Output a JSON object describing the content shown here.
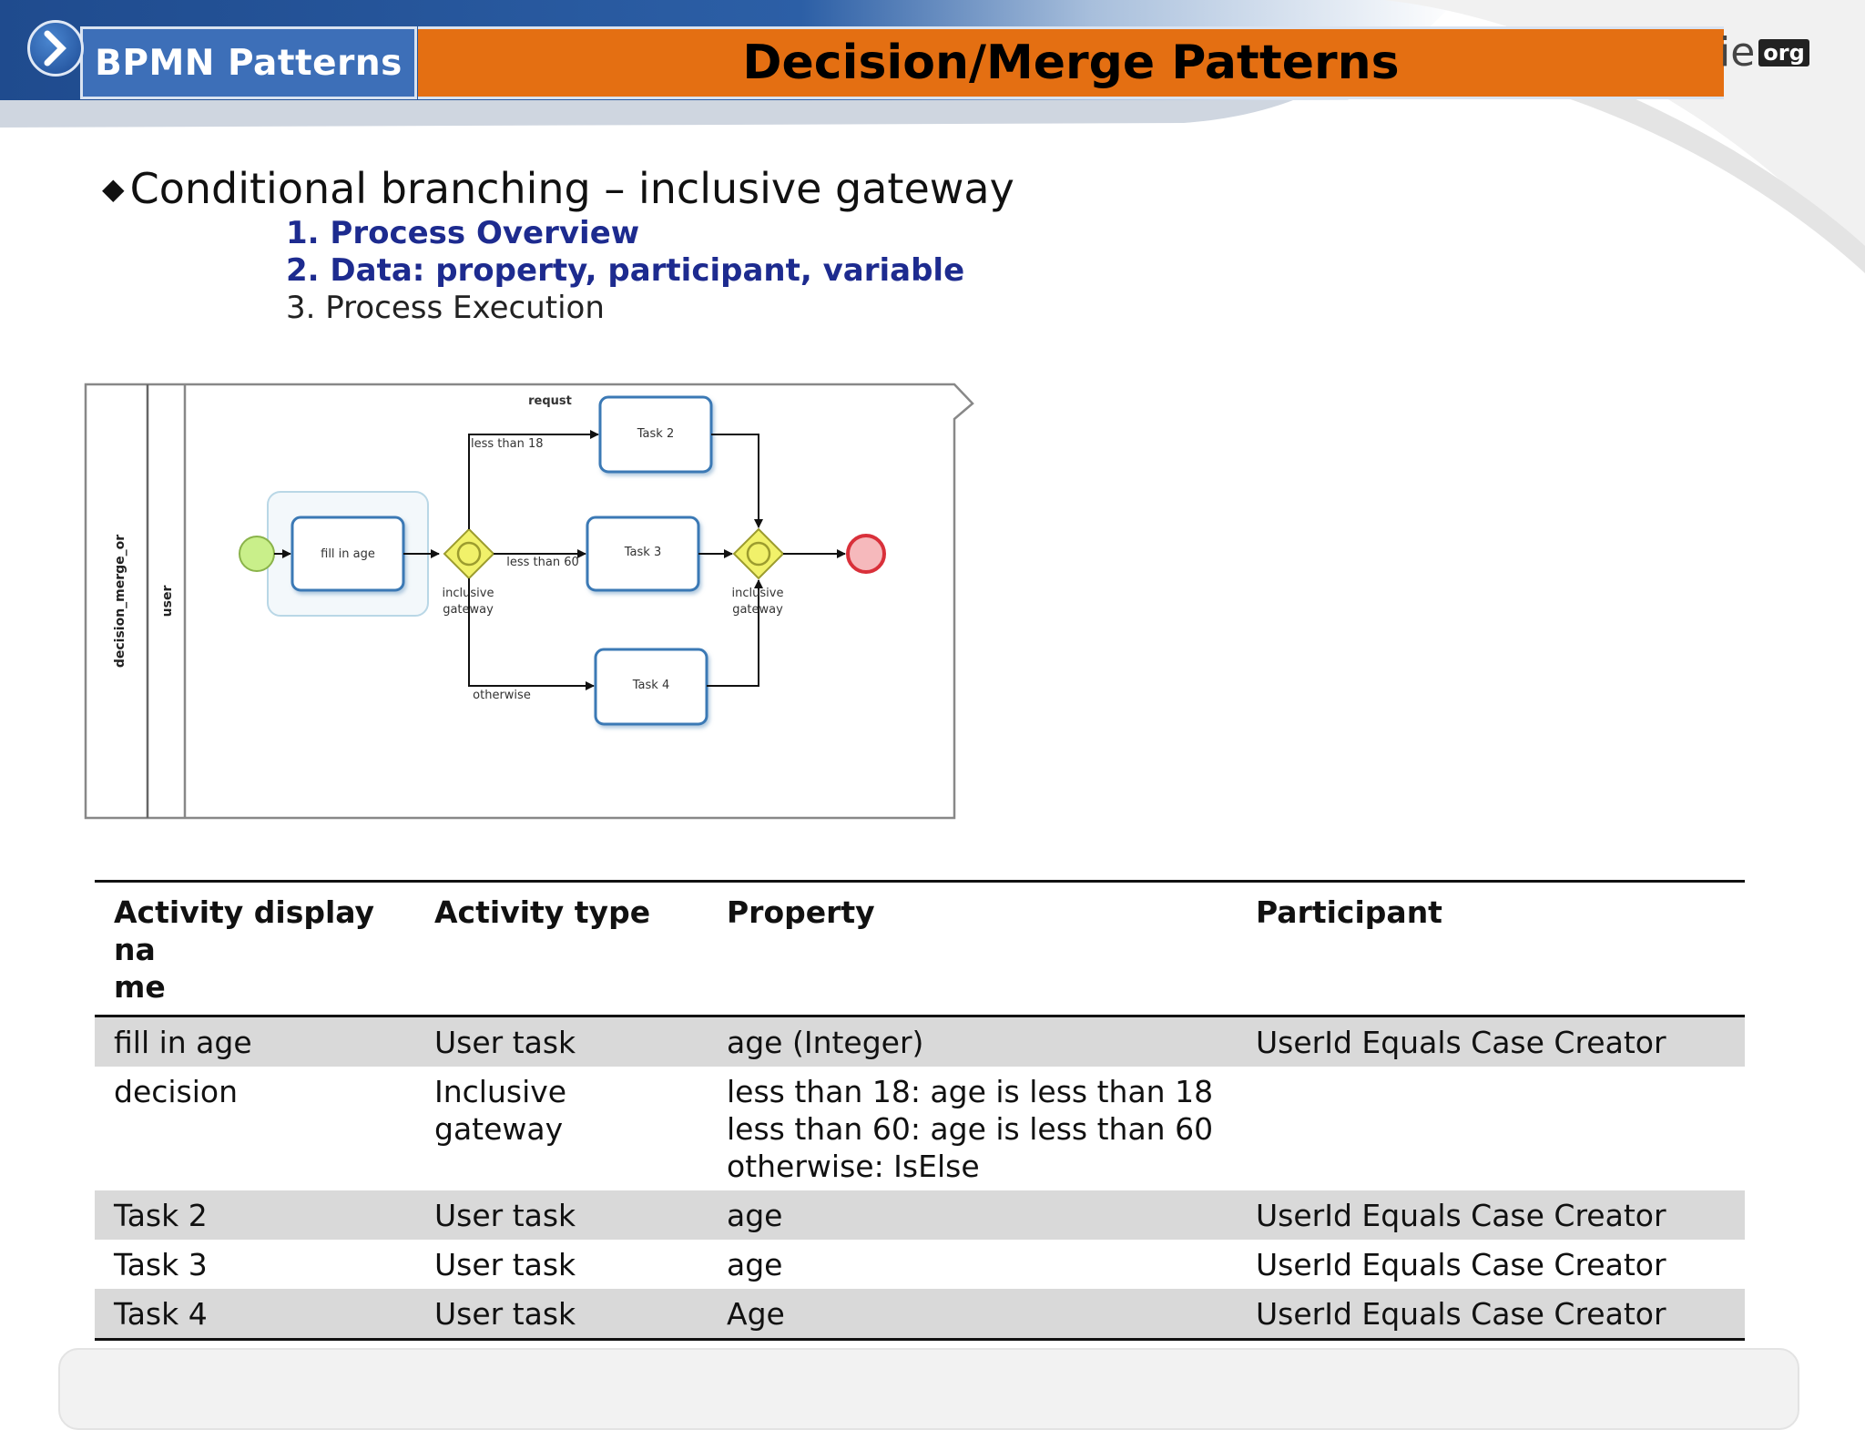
{
  "header": {
    "section_label": "BPMN Patterns",
    "title": "Decision/Merge Patterns",
    "logo_fragment": "ie",
    "logo_badge": "org"
  },
  "content": {
    "bullet": "Conditional branching – inclusive gateway",
    "steps": [
      "1. Process Overview",
      "2. Data: property, participant, variable",
      "3. Process Execution"
    ]
  },
  "diagram": {
    "pool_label": "decision_merge_or",
    "lane_label": "user",
    "top_label": "requst",
    "tasks": {
      "fill_in_age": "fill in age",
      "task2": "Task 2",
      "task3": "Task 3",
      "task4": "Task 4"
    },
    "flows": {
      "less_than_18": "less than 18",
      "less_than_60": "less than 60",
      "otherwise": "otherwise"
    },
    "gateway_split_label_1": "inclusive",
    "gateway_split_label_2": "gateway",
    "gateway_merge_label_1": "inclusive",
    "gateway_merge_label_2": "gateway"
  },
  "table": {
    "headers": {
      "activity_line1": "Activity display na",
      "activity_line2": "me",
      "type": "Activity type",
      "property": "Property",
      "participant": "Participant"
    },
    "rows": [
      {
        "activity": "fill in age",
        "type": "User task",
        "property": [
          "age (Integer)"
        ],
        "participant": "UserId Equals Case Creator"
      },
      {
        "activity": "decision",
        "type": "Inclusive gateway",
        "property": [
          "less than 18: age is less than 18",
          "less than 60: age is less than 60",
          "otherwise: IsElse"
        ],
        "participant": ""
      },
      {
        "activity": "Task 2",
        "type": "User task",
        "property": [
          "age"
        ],
        "participant": "UserId Equals Case Creator"
      },
      {
        "activity": "Task 3",
        "type": "User task",
        "property": [
          "age"
        ],
        "participant": "UserId Equals Case Creator"
      },
      {
        "activity": "Task 4",
        "type": "User task",
        "property": [
          "Age"
        ],
        "participant": "UserId Equals Case Creator"
      }
    ]
  },
  "colors": {
    "title_bar": "#e46f12",
    "section_tab": "#3d6fb8",
    "step_active": "#1d2b8f",
    "row_shade": "#d9d9d9",
    "task_border": "#3b79b5",
    "gateway_fill": "#f1f16a",
    "start_event": "#c9ef8a",
    "end_event": "#d9303a"
  }
}
